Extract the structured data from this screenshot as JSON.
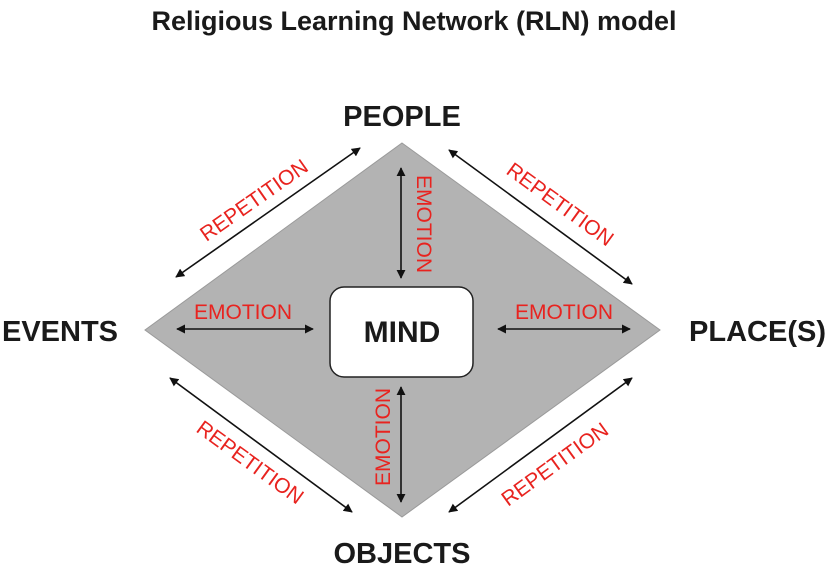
{
  "title": "Religious Learning Network (RLN) model",
  "nodes": {
    "top": "PEOPLE",
    "left": "EVENTS",
    "right": "PLACE(S)",
    "bottom": "OBJECTS"
  },
  "center": "MIND",
  "labels": {
    "repetition": "REPETITION",
    "emotion": "EMOTION"
  },
  "colors": {
    "diamond_fill": "#b3b3b3",
    "label_red": "#e8231f",
    "center_fill": "#ffffff"
  }
}
